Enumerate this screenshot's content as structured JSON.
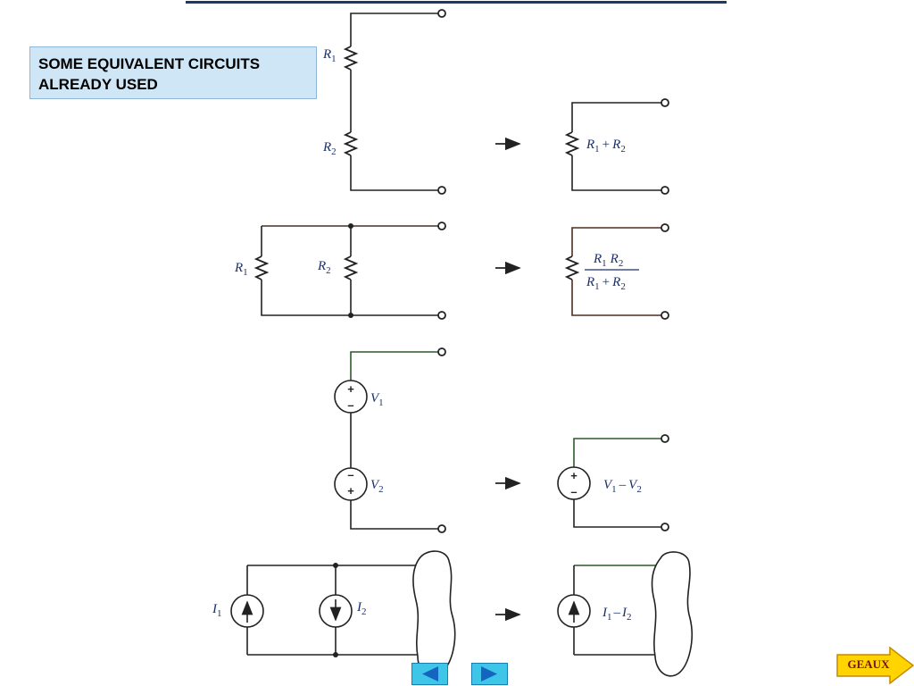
{
  "title": {
    "line1": "SOME EQUIVALENT CIRCUITS",
    "line2": "ALREADY USED"
  },
  "series_resistors": {
    "r1": {
      "sym": "R",
      "sub": "1"
    },
    "r2": {
      "sym": "R",
      "sub": "2"
    },
    "eq": {
      "a": "R",
      "a_sub": "1",
      "op": "+",
      "b": "R",
      "b_sub": "2"
    }
  },
  "parallel_resistors": {
    "r1": {
      "sym": "R",
      "sub": "1"
    },
    "r2": {
      "sym": "R",
      "sub": "2"
    },
    "eq_num": {
      "a": "R",
      "a_sub": "1",
      "b": "R",
      "b_sub": "2"
    },
    "eq_den": {
      "a": "R",
      "a_sub": "1",
      "op": "+",
      "b": "R",
      "b_sub": "2"
    }
  },
  "series_voltage_sources": {
    "v1": {
      "sym": "V",
      "sub": "1",
      "top_sign": "+",
      "bottom_sign": "–"
    },
    "v2": {
      "sym": "V",
      "sub": "2",
      "top_sign": "–",
      "bottom_sign": "+"
    },
    "eq": {
      "a": "V",
      "a_sub": "1",
      "op": "–",
      "b": "V",
      "b_sub": "2",
      "top_sign": "+",
      "bottom_sign": "–"
    }
  },
  "parallel_current_sources": {
    "i1": {
      "sym": "I",
      "sub": "1",
      "direction": "up"
    },
    "i2": {
      "sym": "I",
      "sub": "2",
      "direction": "down"
    },
    "eq": {
      "a": "I",
      "a_sub": "1",
      "op": "–",
      "b": "I",
      "b_sub": "2",
      "direction": "up"
    }
  },
  "navigation": {
    "prev_icon": "triangle-left-icon",
    "next_icon": "triangle-right-icon",
    "geaux_label": "GEAUX",
    "geaux_icon": "arrow-right-icon"
  },
  "colors": {
    "label_blue": "#1a2f6e",
    "title_bg": "#cfe6f7",
    "nav_button": "#3ec6e8",
    "geaux_fill": "#ffd400",
    "geaux_text": "#7a1010",
    "top_rule": "#1f3864"
  }
}
